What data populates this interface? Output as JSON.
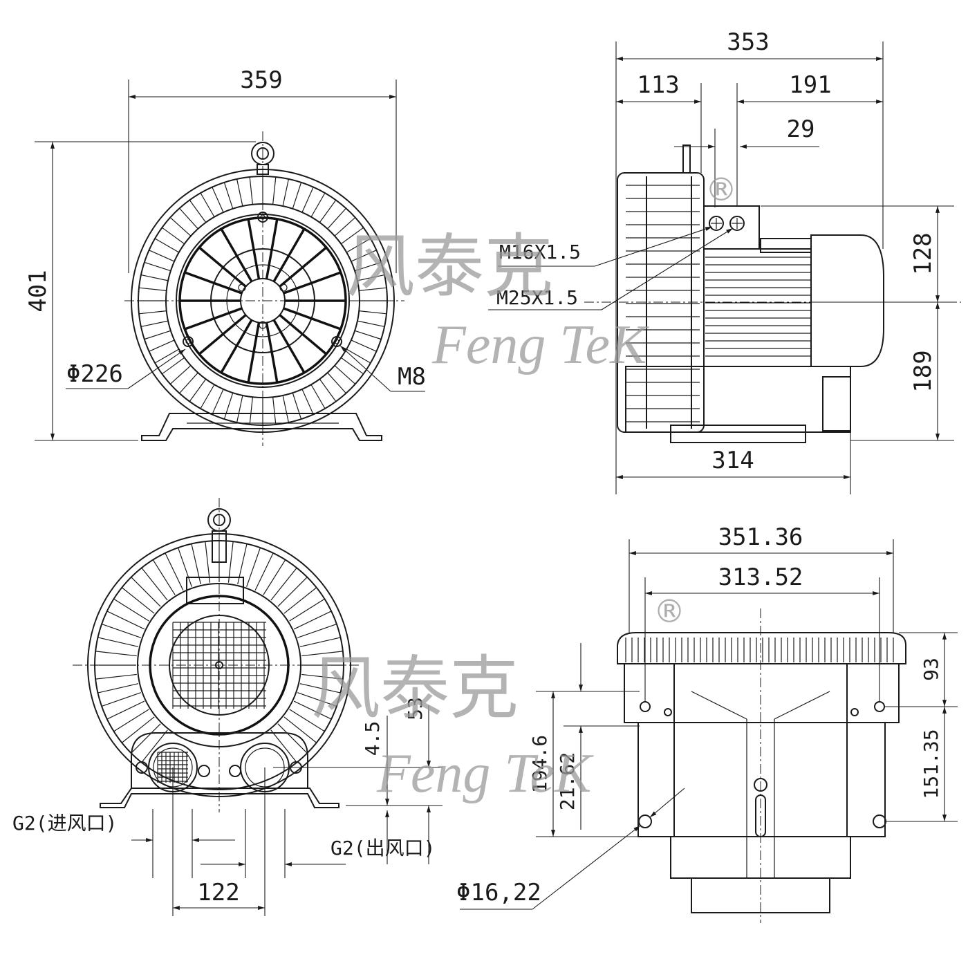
{
  "watermark": {
    "chinese": "风泰克",
    "english": "Feng TeK",
    "registered": "®"
  },
  "front_view": {
    "width": "359",
    "height": "401",
    "diameter": "Φ226",
    "bolt": "M8"
  },
  "side_view": {
    "total_length": "353",
    "left_offset": "113",
    "right_offset": "191",
    "small_offset": "29",
    "base_length": "314",
    "upper_height": "128",
    "lower_height": "189",
    "thread_1": "M16X1.5",
    "thread_2": "M25X1.5"
  },
  "rear_view": {
    "port_spacing": "122",
    "height_53": "53",
    "height_4_5": "4.5",
    "inlet": "G2(进风口)",
    "outlet": "G2(出风口)"
  },
  "bottom_view": {
    "outer_width": "351.36",
    "inner_width": "313.52",
    "height_93": "93",
    "height_151_35": "151.35",
    "height_194_6": "194.6",
    "height_21_62": "21.62",
    "hole_diameter": "Φ16,22"
  }
}
